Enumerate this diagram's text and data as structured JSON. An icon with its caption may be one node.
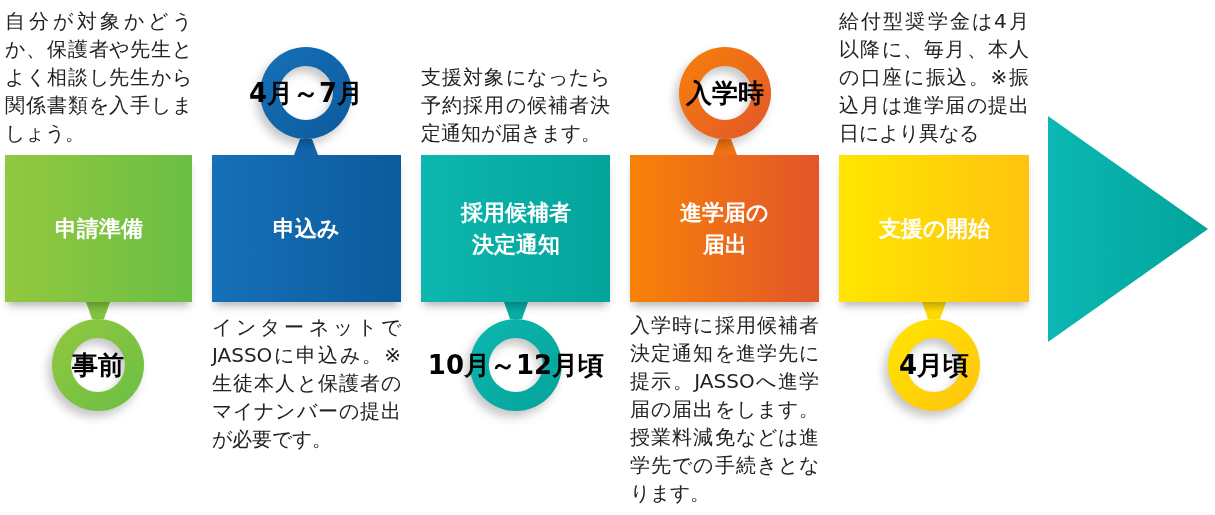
{
  "diagram": {
    "nodes": [
      {
        "text": [
          "申請準備"
        ],
        "beside": [
          "自分が対象かどうか、保護者や先生とよく相談し先生から関係書類を入手しましょう。"
        ]
      },
      {
        "text": [
          "事前"
        ]
      },
      {
        "text": [
          "申込み"
        ],
        "beside": [
          "インターネットでJASSOに申込み。※生徒本人と保護者のマイナンバーの提出が必要です。"
        ]
      },
      {
        "text": [
          "4月～7月"
        ]
      },
      {
        "text": [
          "採用候補者決定通知"
        ],
        "beside": [
          "支援対象になったら予約採用の候補者決定通知が届きます。"
        ]
      },
      {
        "text": [
          "10月～12月頃"
        ]
      },
      {
        "text": [
          "進学届の届出"
        ],
        "beside": [
          "入学時に採用候補者決定通知を進学先に提示。JASSOへ進学届の届出をします。授業料減免などは進学先での手続きとなります。"
        ]
      },
      {
        "text": [
          "入学時"
        ]
      },
      {
        "text": [
          "支援の開始"
        ],
        "beside": [
          "給付型奨学金は4月以降に、毎月、本人の口座に振込。※振込月は進学届の提出日により異なる"
        ]
      },
      {
        "text": [
          "4月頃"
        ]
      }
    ],
    "edges": [
      {
        "from": 0,
        "to": 1,
        "arrow": "none"
      },
      {
        "from": 2,
        "to": 3,
        "arrow": "none"
      },
      {
        "from": 4,
        "to": 5,
        "arrow": "none"
      },
      {
        "from": 6,
        "to": 7,
        "arrow": "none"
      },
      {
        "from": 8,
        "to": 9,
        "arrow": "none"
      }
    ]
  }
}
